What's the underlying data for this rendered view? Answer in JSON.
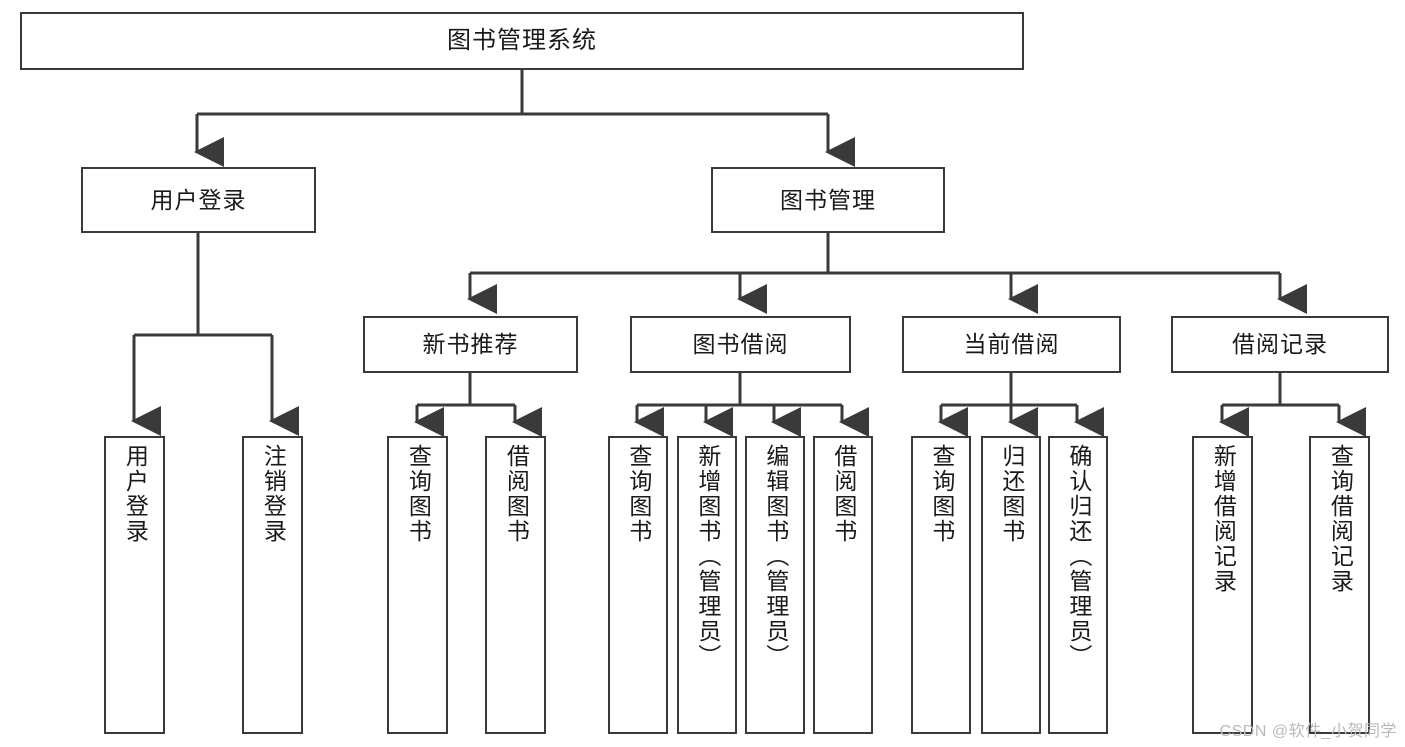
{
  "diagram": {
    "title": "图书管理系统",
    "watermark": "CSDN @软件_小贺同学",
    "line_color": "#3a3a3a",
    "box_fill": "#ffffff",
    "text_color": "#1a1a1a",
    "watermark_color": "#b9b9b9"
  },
  "nodes": {
    "root": {
      "label": "图书管理系统"
    },
    "level1": [
      {
        "label": "用户登录"
      },
      {
        "label": "图书管理"
      }
    ],
    "level2": [
      {
        "label": "新书推荐"
      },
      {
        "label": "图书借阅"
      },
      {
        "label": "当前借阅"
      },
      {
        "label": "借阅记录"
      }
    ],
    "leaves": {
      "user_login": [
        {
          "label": "用户登录"
        },
        {
          "label": "注销登录"
        }
      ],
      "new_book_recommend": [
        {
          "label": "查询图书"
        },
        {
          "label": "借阅图书"
        }
      ],
      "book_borrow": [
        {
          "label": "查询图书"
        },
        {
          "label": "新增图书（管理员）"
        },
        {
          "label": "编辑图书（管理员）"
        },
        {
          "label": "借阅图书"
        }
      ],
      "current_borrow": [
        {
          "label": "查询图书"
        },
        {
          "label": "归还图书"
        },
        {
          "label": "确认归还（管理员）"
        }
      ],
      "borrow_record": [
        {
          "label": "新增借阅记录"
        },
        {
          "label": "查询借阅记录"
        }
      ]
    }
  }
}
